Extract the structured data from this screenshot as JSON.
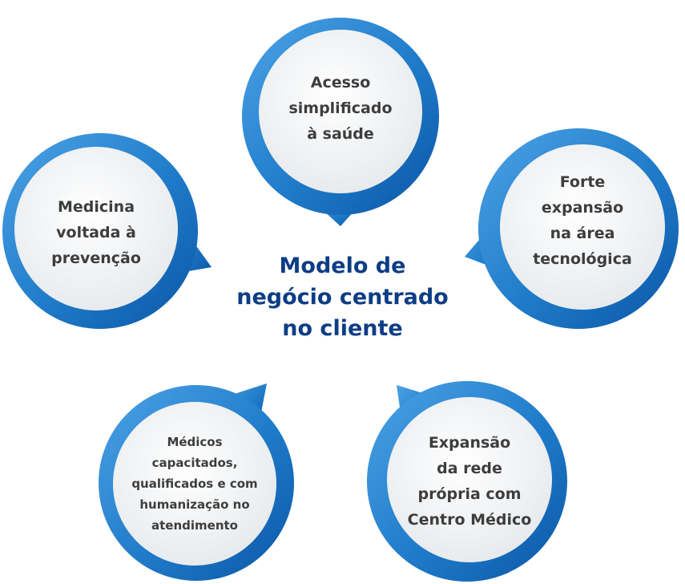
{
  "center": {
    "lines": [
      "Modelo de",
      "negócio centrado",
      "no cliente"
    ]
  },
  "bubbles": {
    "top": [
      "Acesso",
      "simplificado",
      "à saúde"
    ],
    "left": [
      "Medicina",
      "voltada à",
      "prevenção"
    ],
    "right": [
      "Forte",
      "expansão",
      "na área",
      "tecnológica"
    ],
    "bottom_left": [
      "Médicos",
      "capacitados,",
      "qualificados e com",
      "humanização no",
      "atendimento"
    ],
    "bottom_right": [
      "Expansão",
      "da rede",
      "própria com",
      "Centro Médico"
    ]
  },
  "colors": {
    "ring": "#1f7bc9",
    "ring_dark": "#0a5fb0",
    "inner": "#f2f4f6",
    "center_text": "#0d3d84",
    "bubble_text": "#3d3d3d"
  }
}
